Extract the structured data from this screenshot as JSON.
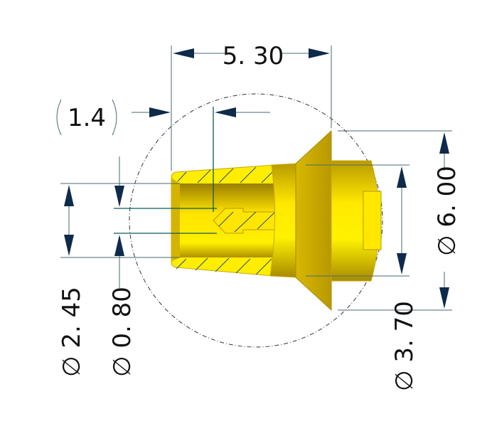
{
  "drawing": {
    "part_color": "#f5e000",
    "dimensions": {
      "overall_length": "5. 30",
      "reference_length": "1.4",
      "outer_diameter_bore": "∅ 2. 45",
      "pin_hole_diameter": "∅ 0. 80",
      "flange_diameter": "∅ 6. 00",
      "shank_diameter": "∅ 3. 70"
    }
  }
}
